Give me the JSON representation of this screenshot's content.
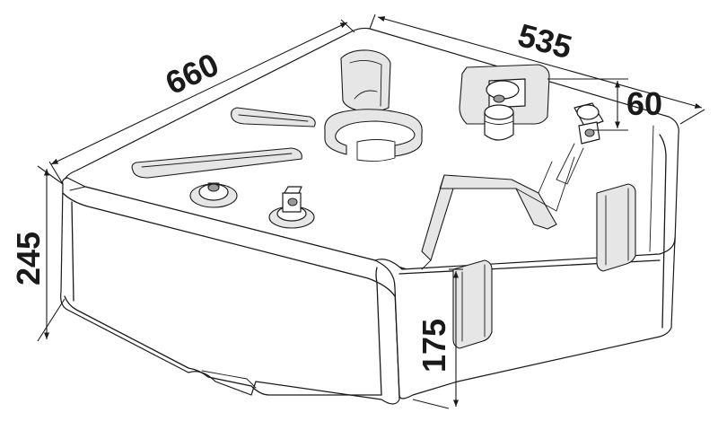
{
  "dimensions": {
    "length": "660",
    "width": "535",
    "height": "245",
    "flange_height": "60",
    "side_height": "175"
  }
}
